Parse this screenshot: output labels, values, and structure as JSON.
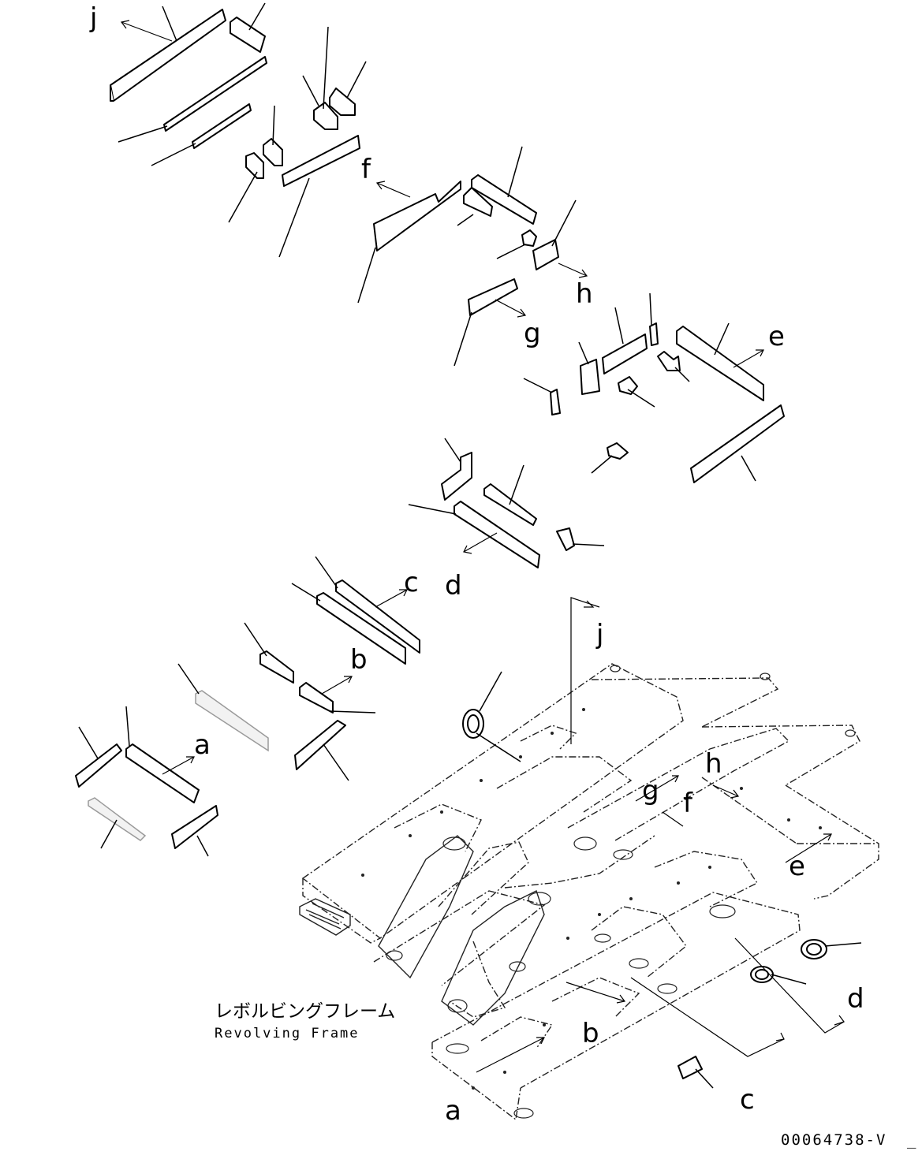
{
  "frame_label_jp": "レボルビングフレーム",
  "frame_label_en": "Revolving Frame",
  "drawing_code": "00064738-V",
  "corner_mark": "_",
  "letters": {
    "a": "a",
    "b": "b",
    "c": "c",
    "d": "d",
    "e": "e",
    "f": "f",
    "g": "g",
    "h": "h",
    "j": "j"
  }
}
